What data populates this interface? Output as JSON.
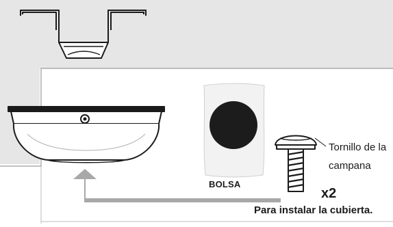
{
  "bag": {
    "label": "BOLSA"
  },
  "screw": {
    "name_line1": "Tornillo de la",
    "name_line2": "campana",
    "quantity": "x2"
  },
  "caption": "Para instalar la cubierta.",
  "colors": {
    "wall": "#e6e6e6",
    "panel": "#ffffff",
    "outline": "#1a1a1a",
    "arrow": "#a8a8a8",
    "bag_dot": "#1c1c1c",
    "bag_fill": "#f2f2f2"
  }
}
